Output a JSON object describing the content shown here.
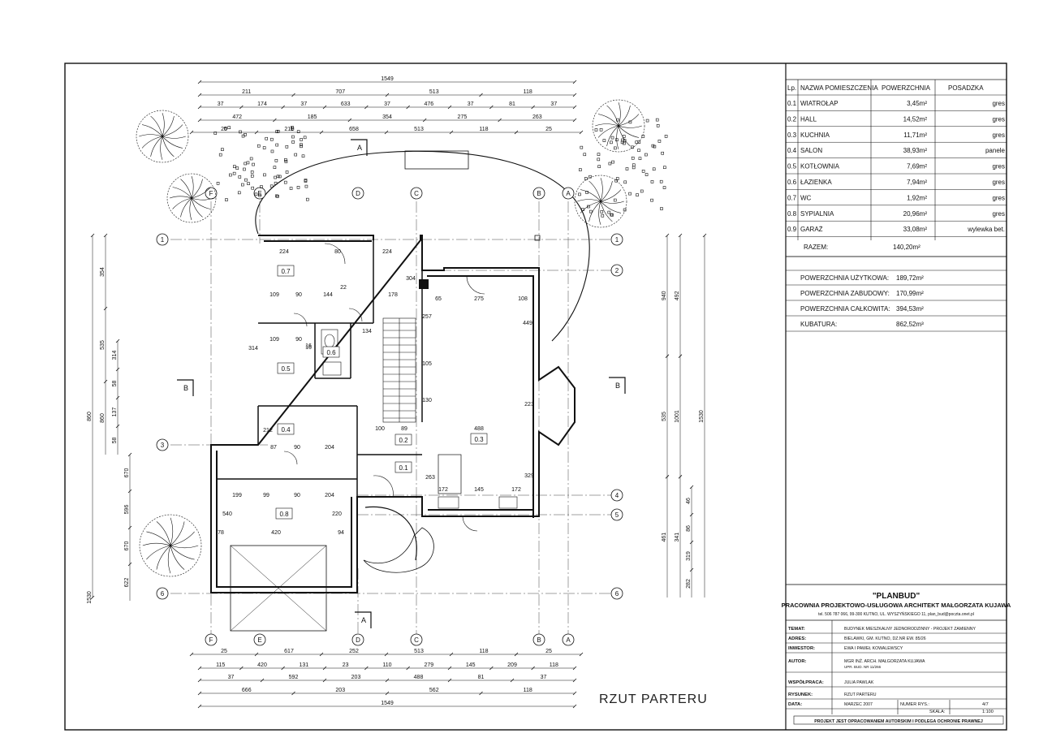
{
  "drawing_title": "RZUT PARTERU",
  "rooms_table": {
    "headers": {
      "lp": "Lp.",
      "name": "NAZWA POMIESZCZENIA",
      "area": "POWERZCHNIA",
      "floor": "POSADZKA"
    },
    "rows": [
      {
        "lp": "0.1",
        "name": "WIATROŁAP",
        "area": "3,45m²",
        "floor": "gres"
      },
      {
        "lp": "0.2",
        "name": "HALL",
        "area": "14,52m²",
        "floor": "gres"
      },
      {
        "lp": "0.3",
        "name": "KUCHNIA",
        "area": "11,71m²",
        "floor": "gres"
      },
      {
        "lp": "0.4",
        "name": "SALON",
        "area": "38,93m²",
        "floor": "panele"
      },
      {
        "lp": "0.5",
        "name": "KOTŁOWNIA",
        "area": "7,69m²",
        "floor": "gres"
      },
      {
        "lp": "0.6",
        "name": "ŁAZIENKA",
        "area": "7,94m²",
        "floor": "gres"
      },
      {
        "lp": "0.7",
        "name": "WC",
        "area": "1,92m²",
        "floor": "gres"
      },
      {
        "lp": "0.8",
        "name": "SYPIALNIA",
        "area": "20,96m²",
        "floor": "gres"
      },
      {
        "lp": "0.9",
        "name": "GARAŻ",
        "area": "33,08m²",
        "floor": "wylewka bet."
      }
    ],
    "total_label": "RAZEM:",
    "total_value": "140,20m²"
  },
  "summary": [
    {
      "label": "POWERZCHNIA UŻYTKOWA:",
      "value": "189,72m²"
    },
    {
      "label": "POWERZCHNIA ZABUDOWY:",
      "value": "170,99m²"
    },
    {
      "label": "POWERZCHNIA CAŁKOWITA:",
      "value": "394,53m²"
    },
    {
      "label": "KUBATURA:",
      "value": "862,52m³"
    }
  ],
  "title_block": {
    "company": "\"PLANBUD\"",
    "company_sub": "PRACOWNIA PROJEKTOWO-USŁUGOWA   ARCHITEKT MAŁGORZATA KUJAWA",
    "contact": "tel. 506 787 066, 99-300 KUTNO, UL. WYSZYŃSKIEGO 11, plan_bud@poczta.onet.pl",
    "fields": [
      {
        "label": "TEMAT:",
        "value": "BUDYNEK MIESZKALNY JEDNORODZINNY - PROJEKT ZAMIENNY"
      },
      {
        "label": "ADRES:",
        "value": "BIELAWKI, GM. KUTNO, DZ.NR EW. 85/26"
      },
      {
        "label": "INWESTOR:",
        "value": "EWA I PAWEŁ KOWALEWSCY"
      },
      {
        "label": "AUTOR:",
        "value": "MGR INŻ. ARCH. MAŁGORZATA KUJAWA",
        "value2": "UPR. BUD. NR 11/266"
      },
      {
        "label": "WSPÓŁPRACA:",
        "value": "JULIA PAWLAK"
      },
      {
        "label": "RYSUNEK:",
        "value": "RZUT PARTERU"
      },
      {
        "label": "DATA:",
        "value": "MARZEC 2007"
      }
    ],
    "sheet_no_label": "NUMER RYS.:",
    "sheet_no": "4/7",
    "scale_label": "SKALA:",
    "scale": "1:100",
    "footer": "PROJEKT JEST OPRACOWANIEM AUTORSKIM I PODLEGA OCHRONIE PRAWNEJ"
  },
  "plan_rooms": [
    "0.7",
    "0.6",
    "0.5",
    "0.4",
    "0.3",
    "0.2",
    "0.1",
    "0.8"
  ],
  "axis_letters": [
    "F",
    "E",
    "D",
    "C",
    "B",
    "A"
  ],
  "axis_numbers": [
    "1",
    "2",
    "3",
    "4",
    "5",
    "6"
  ],
  "section_marks": [
    "A",
    "A",
    "B",
    "B"
  ],
  "dims_top": {
    "row1": [
      "1549"
    ],
    "row2": [
      "211",
      "707",
      "513",
      "118"
    ],
    "row3": [
      "37",
      "174",
      "37",
      "633",
      "37",
      "476",
      "37",
      "81",
      "37"
    ],
    "row4": [
      "472",
      "185",
      "354",
      "275",
      "263"
    ],
    "row5": [
      "25",
      "211",
      "658",
      "513",
      "118",
      "25"
    ]
  },
  "dims_bottom": {
    "row1": [
      "25",
      "617",
      "252",
      "513",
      "118",
      "25"
    ],
    "row2": [
      "115",
      "420",
      "131",
      "23",
      "110",
      "279",
      "145",
      "209",
      "118"
    ],
    "row3": [
      "37",
      "592",
      "203",
      "488",
      "81",
      "37"
    ],
    "row4": [
      "666",
      "203",
      "562",
      "118"
    ],
    "row5": [
      "1549"
    ]
  },
  "dims_left": [
    "860",
    "354",
    "535",
    "860",
    "1530",
    "314",
    "58",
    "137",
    "58",
    "670",
    "596",
    "670",
    "622"
  ],
  "dims_right": [
    "940",
    "535",
    "461",
    "1530",
    "492",
    "1001",
    "341",
    "46",
    "86",
    "319",
    "282"
  ],
  "interior_dims": [
    "224",
    "80",
    "224",
    "109",
    "90",
    "144",
    "22",
    "178",
    "65",
    "275",
    "108",
    "109",
    "90",
    "16",
    "314",
    "449",
    "257",
    "105",
    "130",
    "223",
    "100",
    "89",
    "488",
    "87",
    "90",
    "204",
    "199",
    "99",
    "90",
    "204",
    "172",
    "145",
    "172",
    "78",
    "420",
    "94",
    "540",
    "220",
    "304",
    "329",
    "212",
    "263",
    "16",
    "134"
  ]
}
